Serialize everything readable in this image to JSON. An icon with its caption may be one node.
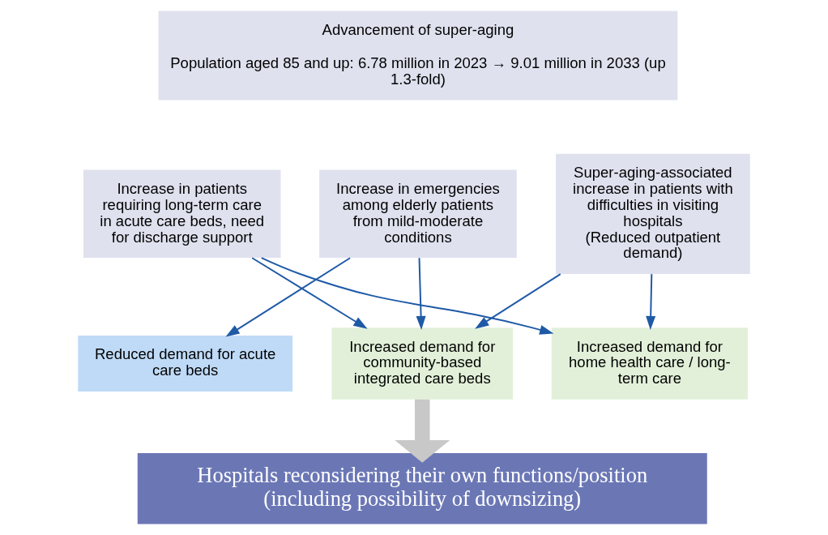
{
  "diagram": {
    "nodes": [
      {
        "text": [
          "Advancement of super-aging",
          "Population aged 85 and up: 6.78 million in 2023 → 9.01 million in 2033 (up 1.3-fold)"
        ]
      },
      {
        "text": [
          "Increase in patients requiring long-term care in acute care beds, need for discharge support"
        ]
      },
      {
        "text": [
          "Increase in emergencies among elderly patients from mild-moderate conditions"
        ]
      },
      {
        "text": [
          "Super-aging-associated increase in patients with difficulties in visiting hospitals",
          "(Reduced outpatient demand)"
        ]
      },
      {
        "text": [
          "Reduced demand for acute care beds"
        ]
      },
      {
        "text": [
          "Increased demand for community-based integrated care beds"
        ]
      },
      {
        "text": [
          "Increased demand for home health care / long-term care"
        ]
      },
      {
        "text": [
          "Hospitals reconsidering their own functions/position (including possibility of downsizing)"
        ]
      }
    ],
    "edges": [
      {
        "from": 1,
        "to": 5,
        "arrow": "to"
      },
      {
        "from": 1,
        "to": 6,
        "arrow": "to"
      },
      {
        "from": 2,
        "to": 4,
        "arrow": "to"
      },
      {
        "from": 2,
        "to": 5,
        "arrow": "to"
      },
      {
        "from": 3,
        "to": 5,
        "arrow": "to"
      },
      {
        "from": 3,
        "to": 6,
        "arrow": "to"
      },
      {
        "from": 5,
        "to": 7,
        "arrow": "to",
        "style": "thick",
        "color": "#c8c8c8"
      }
    ]
  }
}
